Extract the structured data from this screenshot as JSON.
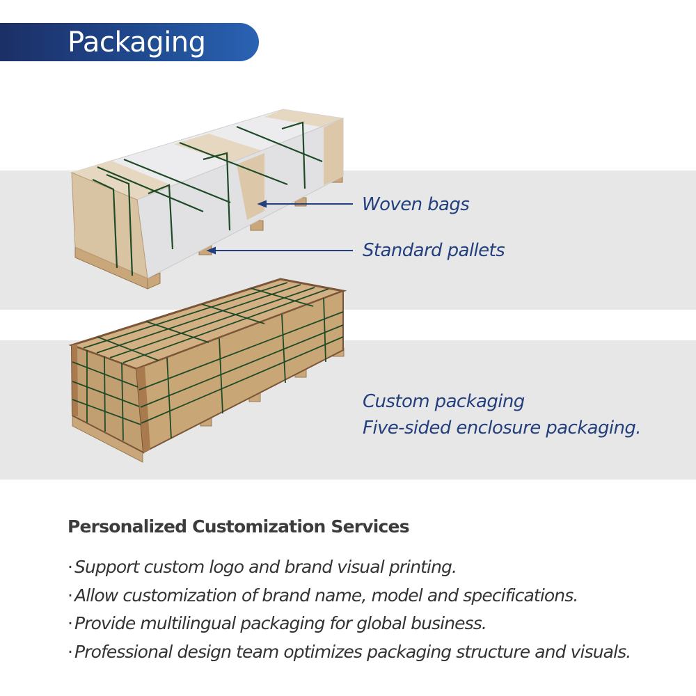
{
  "header": {
    "title": "Packaging"
  },
  "woven_section": {
    "labels": {
      "woven_bags": "Woven bags",
      "standard_pallets": "Standard pallets"
    }
  },
  "custom_section": {
    "line1": "Custom packaging",
    "line2": "Five-sided enclosure packaging."
  },
  "services": {
    "heading": "Personalized Customization Services",
    "bullet_mark": "·",
    "items": [
      "Support custom logo and brand visual printing.",
      "Allow customization of brand name, model and specifications.",
      "Provide multilingual packaging for global business.",
      "Professional design team optimizes packaging structure and visuals."
    ]
  },
  "colors": {
    "banner_dark": "#1c2f66",
    "banner_light": "#2a62b3",
    "label_text": "#233f7e",
    "band_gray": "#e7e7e7",
    "strap_green": "#1f4a28",
    "cardboard": "#d8c3a3",
    "wood": "#c9a77a"
  }
}
